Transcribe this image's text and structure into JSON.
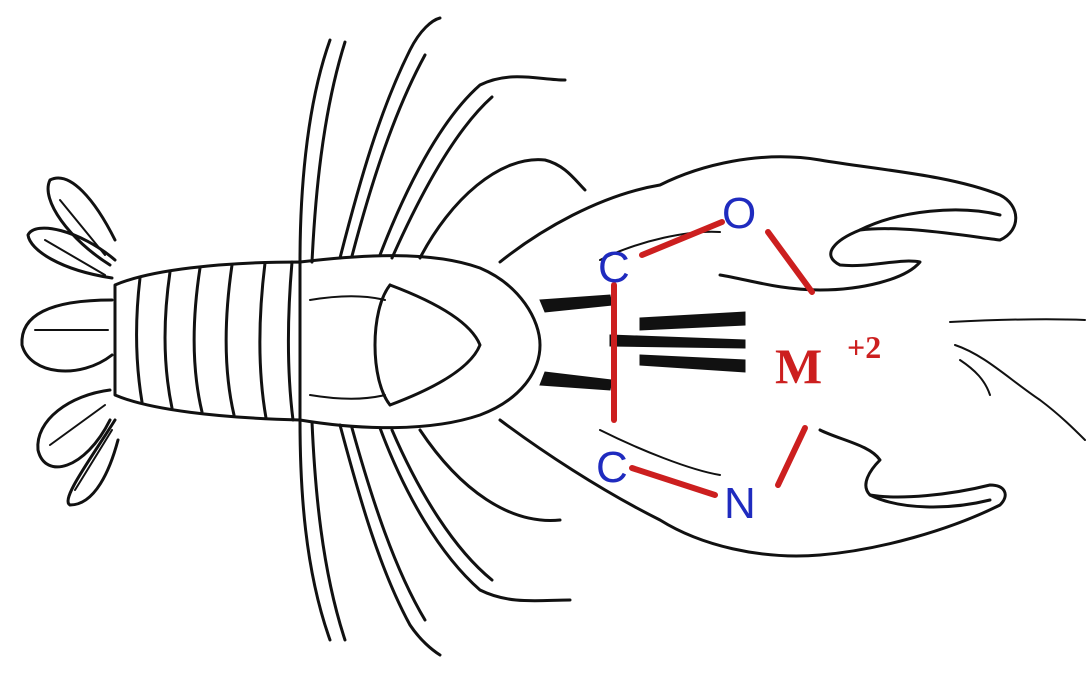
{
  "diagram": {
    "metal": {
      "symbol": "M",
      "charge": "+2"
    },
    "atoms": [
      "O",
      "C",
      "C",
      "N"
    ],
    "colors": {
      "bond": "#cc1f1f",
      "atom_label": "#1f2bbf",
      "drawing": "#111111"
    }
  }
}
